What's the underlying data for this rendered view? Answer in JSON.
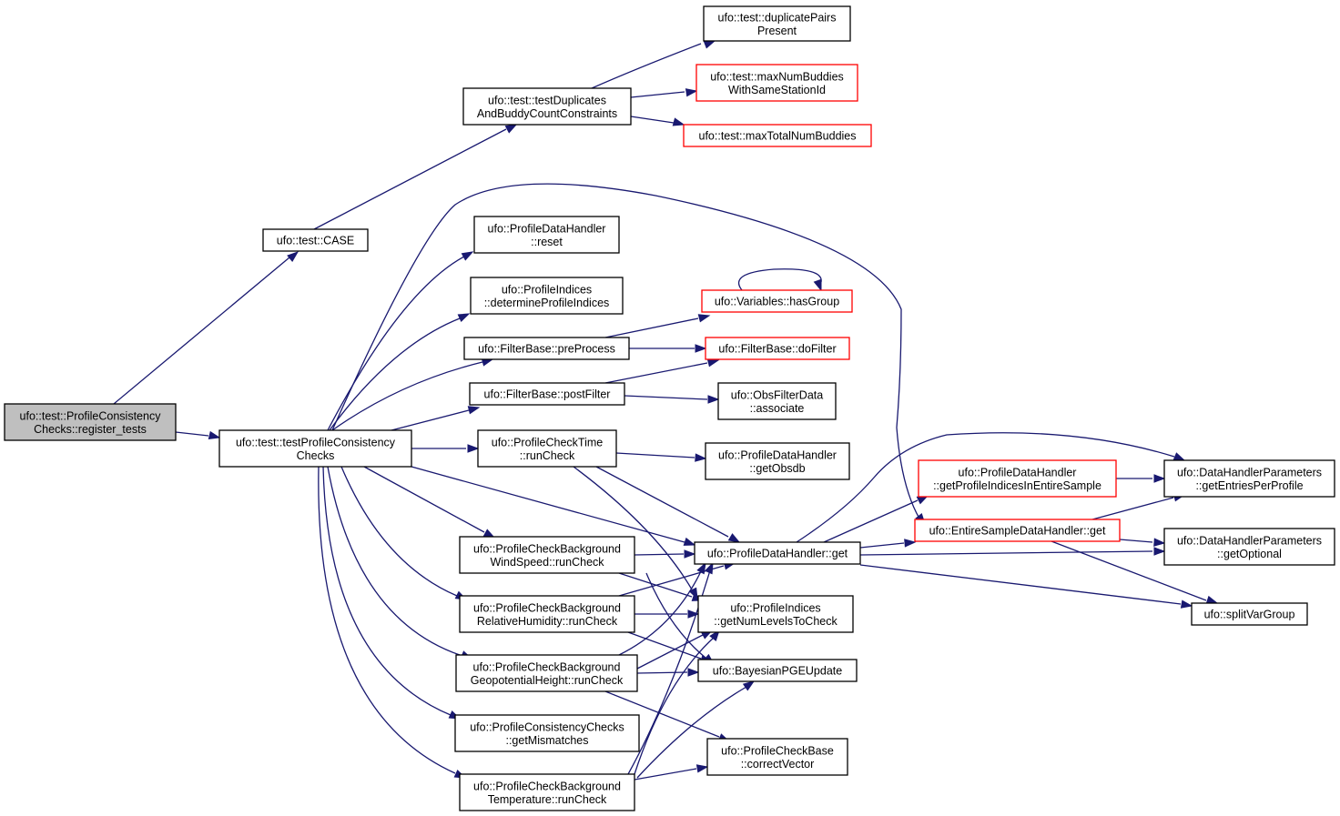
{
  "graph": {
    "nodes": [
      {
        "id": "register_tests",
        "lines": [
          "ufo::test::ProfileConsistency",
          "Checks::register_tests"
        ],
        "style": "root"
      },
      {
        "id": "case",
        "lines": [
          "ufo::test::CASE"
        ],
        "style": "normal"
      },
      {
        "id": "testDup",
        "lines": [
          "ufo::test::testDuplicates",
          "AndBuddyCountConstraints"
        ],
        "style": "normal"
      },
      {
        "id": "dupPairs",
        "lines": [
          "ufo::test::duplicatePairs",
          "Present"
        ],
        "style": "normal"
      },
      {
        "id": "maxBuddiesSame",
        "lines": [
          "ufo::test::maxNumBuddies",
          "WithSameStationId"
        ],
        "style": "red"
      },
      {
        "id": "maxTotal",
        "lines": [
          "ufo::test::maxTotalNumBuddies"
        ],
        "style": "red"
      },
      {
        "id": "testPCC",
        "lines": [
          "ufo::test::testProfileConsistency",
          "Checks"
        ],
        "style": "normal"
      },
      {
        "id": "pdhReset",
        "lines": [
          "ufo::ProfileDataHandler",
          "::reset"
        ],
        "style": "normal"
      },
      {
        "id": "piDetermine",
        "lines": [
          "ufo::ProfileIndices",
          "::determineProfileIndices"
        ],
        "style": "normal"
      },
      {
        "id": "preProcess",
        "lines": [
          "ufo::FilterBase::preProcess"
        ],
        "style": "normal"
      },
      {
        "id": "postFilter",
        "lines": [
          "ufo::FilterBase::postFilter"
        ],
        "style": "normal"
      },
      {
        "id": "pctRun",
        "lines": [
          "ufo::ProfileCheckTime",
          "::runCheck"
        ],
        "style": "normal"
      },
      {
        "id": "pcbWind",
        "lines": [
          "ufo::ProfileCheckBackground",
          "WindSpeed::runCheck"
        ],
        "style": "normal"
      },
      {
        "id": "pcbRH",
        "lines": [
          "ufo::ProfileCheckBackground",
          "RelativeHumidity::runCheck"
        ],
        "style": "normal"
      },
      {
        "id": "pcbGeo",
        "lines": [
          "ufo::ProfileCheckBackground",
          "GeopotentialHeight::runCheck"
        ],
        "style": "normal"
      },
      {
        "id": "getMismatches",
        "lines": [
          "ufo::ProfileConsistencyChecks",
          "::getMismatches"
        ],
        "style": "normal"
      },
      {
        "id": "pcbTemp",
        "lines": [
          "ufo::ProfileCheckBackground",
          "Temperature::runCheck"
        ],
        "style": "normal"
      },
      {
        "id": "hasGroup",
        "lines": [
          "ufo::Variables::hasGroup"
        ],
        "style": "red"
      },
      {
        "id": "doFilter",
        "lines": [
          "ufo::FilterBase::doFilter"
        ],
        "style": "red"
      },
      {
        "id": "associate",
        "lines": [
          "ufo::ObsFilterData",
          "::associate"
        ],
        "style": "normal"
      },
      {
        "id": "getObsdb",
        "lines": [
          "ufo::ProfileDataHandler",
          "::getObsdb"
        ],
        "style": "normal"
      },
      {
        "id": "pdhGet",
        "lines": [
          "ufo::ProfileDataHandler::get"
        ],
        "style": "normal"
      },
      {
        "id": "getNumLevels",
        "lines": [
          "ufo::ProfileIndices",
          "::getNumLevelsToCheck"
        ],
        "style": "normal"
      },
      {
        "id": "bayes",
        "lines": [
          "ufo::BayesianPGEUpdate"
        ],
        "style": "normal"
      },
      {
        "id": "correctVector",
        "lines": [
          "ufo::ProfileCheckBase",
          "::correctVector"
        ],
        "style": "normal"
      },
      {
        "id": "getPIIES",
        "lines": [
          "ufo::ProfileDataHandler",
          "::getProfileIndicesInEntireSample"
        ],
        "style": "red"
      },
      {
        "id": "esdhGet",
        "lines": [
          "ufo::EntireSampleDataHandler::get"
        ],
        "style": "red"
      },
      {
        "id": "getEntries",
        "lines": [
          "ufo::DataHandlerParameters",
          "::getEntriesPerProfile"
        ],
        "style": "normal"
      },
      {
        "id": "getOptional",
        "lines": [
          "ufo::DataHandlerParameters",
          "::getOptional"
        ],
        "style": "normal"
      },
      {
        "id": "splitVar",
        "lines": [
          "ufo::splitVarGroup"
        ],
        "style": "normal"
      }
    ]
  }
}
